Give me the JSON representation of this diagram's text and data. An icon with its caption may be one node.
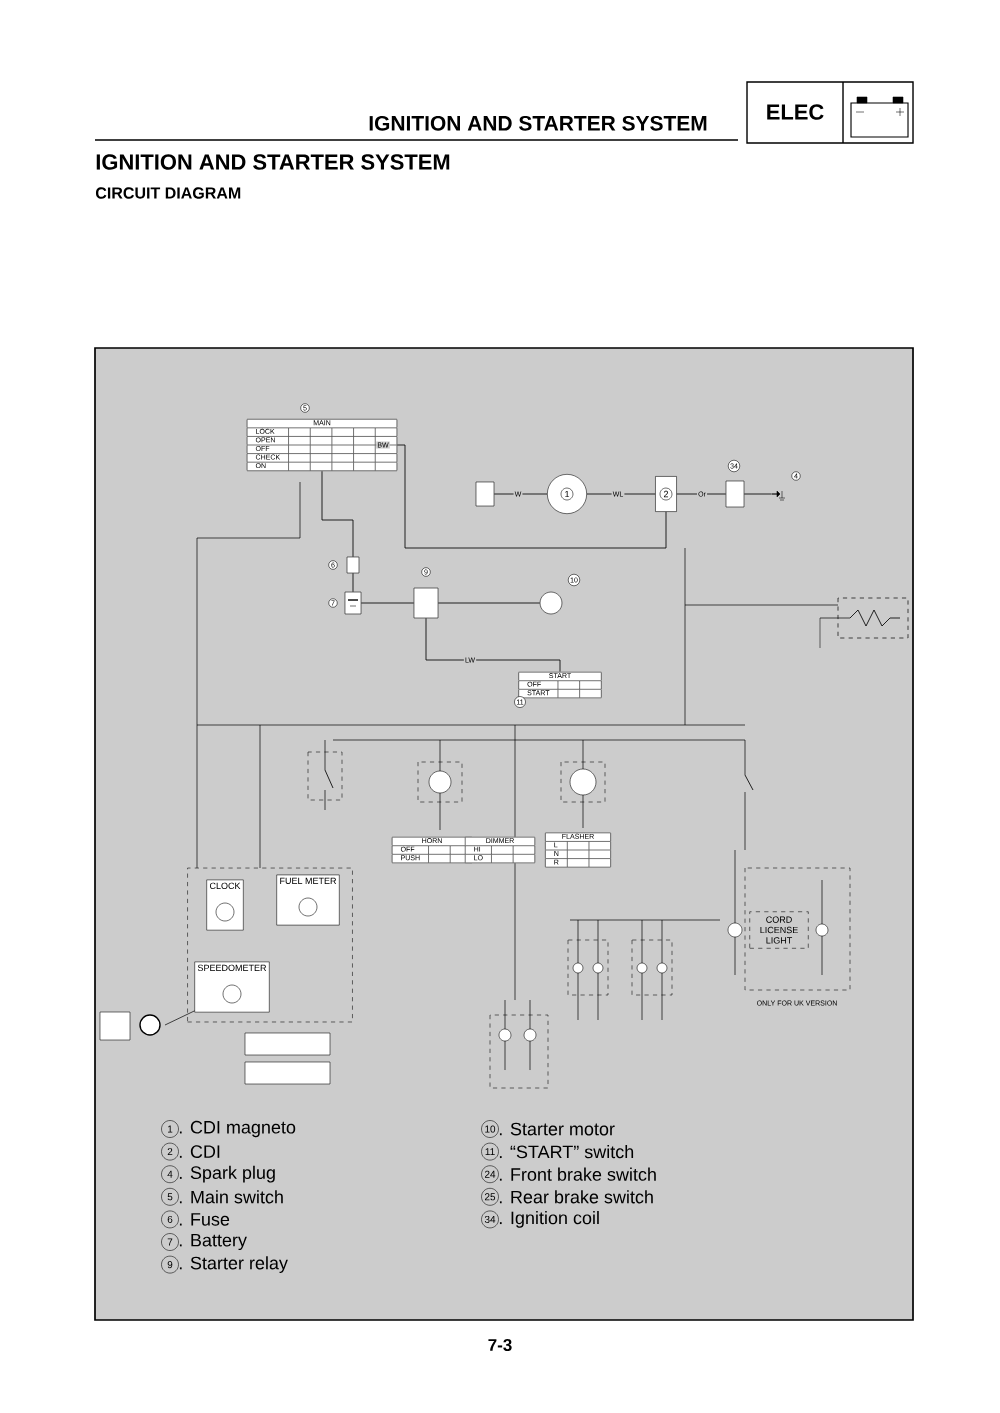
{
  "diagram": {
    "title": "IGNITION AND STARTER SYSTEM",
    "nodes": [
      {
        "text": [
          "MAIN",
          "LOCK",
          "OPEN",
          "OFF",
          "CHECK",
          "ON"
        ],
        "beside": [
          "5"
        ]
      },
      {
        "text": [],
        "shape": "box"
      },
      {
        "text": [
          "1"
        ]
      },
      {
        "text": [
          "2"
        ]
      },
      {
        "text": [],
        "shape": "box",
        "beside": [
          "34"
        ]
      },
      {
        "text": [],
        "shape": "picture",
        "beside": [
          "4"
        ]
      },
      {
        "text": [],
        "shape": "box",
        "beside": [
          "6"
        ]
      },
      {
        "text": [],
        "shape": "box",
        "beside": [
          "7"
        ]
      },
      {
        "text": [],
        "shape": "box",
        "beside": [
          "9"
        ]
      },
      {
        "text": [],
        "shape": "circle",
        "beside": [
          "10"
        ]
      },
      {
        "text": [
          "START",
          "OFF",
          "START"
        ],
        "beside": [
          "11"
        ]
      },
      {
        "text": [
          "HORN",
          "OFF",
          "PUSH"
        ]
      },
      {
        "text": [
          "DIMMER",
          "HI",
          "LO"
        ]
      },
      {
        "text": [
          "FLASHER",
          "L",
          "N",
          "R"
        ]
      },
      {
        "text": [],
        "shape": "box"
      },
      {
        "text": [
          "CLOCK"
        ],
        "in": 14
      },
      {
        "text": [
          "FUEL METER"
        ],
        "in": 14
      },
      {
        "text": [
          "SPEEDOMETER"
        ],
        "in": 14
      },
      {
        "text": [
          "CORD LICENSE LIGHT"
        ]
      }
    ],
    "edges": [
      {
        "from": 0,
        "to": 6,
        "arrow": "none"
      },
      {
        "from": 6,
        "to": 7,
        "arrow": "none"
      },
      {
        "from": 7,
        "to": 8,
        "arrow": "none"
      },
      {
        "from": 8,
        "to": 9,
        "arrow": "none"
      },
      {
        "from": 10,
        "to": 8,
        "arrow": "none",
        "label": "LW"
      },
      {
        "from": 0,
        "to": 3,
        "arrow": "none",
        "label": "BW"
      },
      {
        "from": 1,
        "to": 2,
        "arrow": "none",
        "label": "W"
      },
      {
        "from": 2,
        "to": 3,
        "arrow": "none",
        "label": "WL"
      },
      {
        "from": 3,
        "to": 4,
        "arrow": "none",
        "label": "Or"
      },
      {
        "from": 4,
        "to": 5,
        "arrow": "none"
      }
    ],
    "labels": [
      "IGNITION AND STARTER SYSTEM",
      "ELEC",
      "CIRCUIT DIAGRAM",
      "ONLY FOR UK VERSION",
      "1",
      ". CDI magneto",
      "2",
      ". CDI",
      "4",
      ". Spark plug",
      "5",
      ". Main switch",
      "6",
      ". Fuse",
      "7",
      ". Battery",
      "9",
      ". Starter relay",
      "10",
      ". Starter motor",
      "11",
      ". “START” switch",
      "24",
      ". Front brake switch",
      "25",
      ". Rear brake switch",
      "34",
      ". Ignition coil",
      "7-3"
    ]
  }
}
